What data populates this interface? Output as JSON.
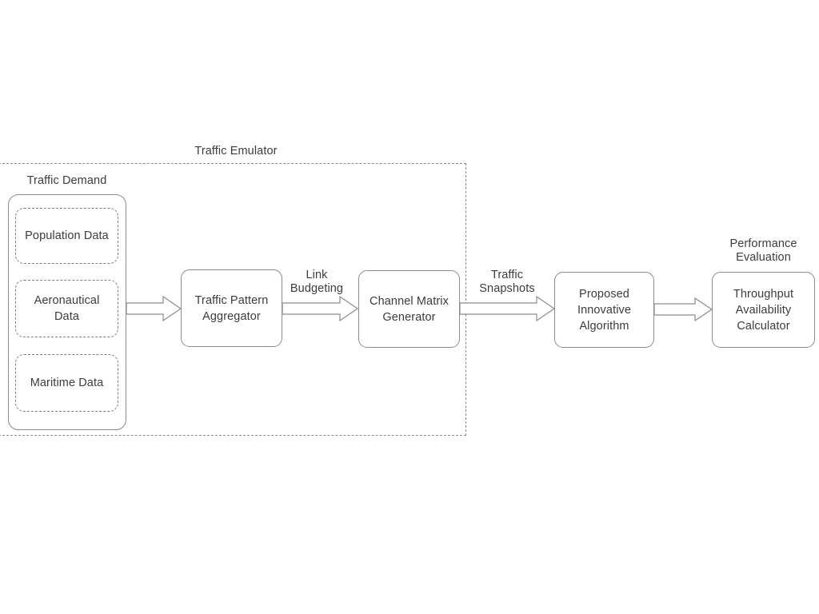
{
  "diagram": {
    "title": "Traffic Emulator system block diagram",
    "colors": {
      "background": "#ffffff",
      "text": "#3c3c3c",
      "solid_stroke": "#8c8c8c",
      "dashed_stroke": "#8a8a8a",
      "arrow_stroke": "#8c8c8c",
      "arrow_fill": "#ffffff"
    }
  },
  "groups": {
    "traffic_emulator": {
      "label": "Traffic Emulator"
    },
    "traffic_demand": {
      "label": "Traffic Demand"
    },
    "performance_evaluation": {
      "label": "Performance\nEvaluation"
    }
  },
  "data_blocks": [
    {
      "label": "Population Data"
    },
    {
      "label": "Aeronautical\nData"
    },
    {
      "label": "Maritime Data"
    }
  ],
  "process_blocks": [
    {
      "label": "Traffic Pattern\nAggregator"
    },
    {
      "label": "Channel Matrix\nGenerator"
    },
    {
      "label": "Proposed\nInnovative\nAlgorithm"
    },
    {
      "label": "Throughput\nAvailability\nCalculator"
    }
  ],
  "edges": [
    {
      "label": ""
    },
    {
      "label": "Link\nBudgeting"
    },
    {
      "label": "Traffic\nSnapshots"
    },
    {
      "label": ""
    }
  ]
}
